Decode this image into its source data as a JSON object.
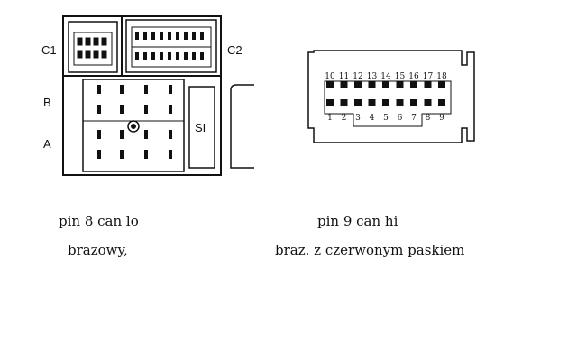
{
  "left_connector": {
    "labels": {
      "c1": "C1",
      "c2": "C2",
      "b": "B",
      "a": "A",
      "si": "SI"
    }
  },
  "right_connector": {
    "top_row_pins": [
      "10",
      "11",
      "12",
      "13",
      "14",
      "15",
      "16",
      "17",
      "18"
    ],
    "bottom_row_pins": [
      "1",
      "2",
      "3",
      "4",
      "5",
      "6",
      "7",
      "8",
      "9"
    ]
  },
  "captions": {
    "pin8": "pin 8 can lo",
    "pin8_color": "brazowy,",
    "pin9": "pin 9 can hi",
    "pin9_color": "braz. z czerwonym paskiem"
  }
}
